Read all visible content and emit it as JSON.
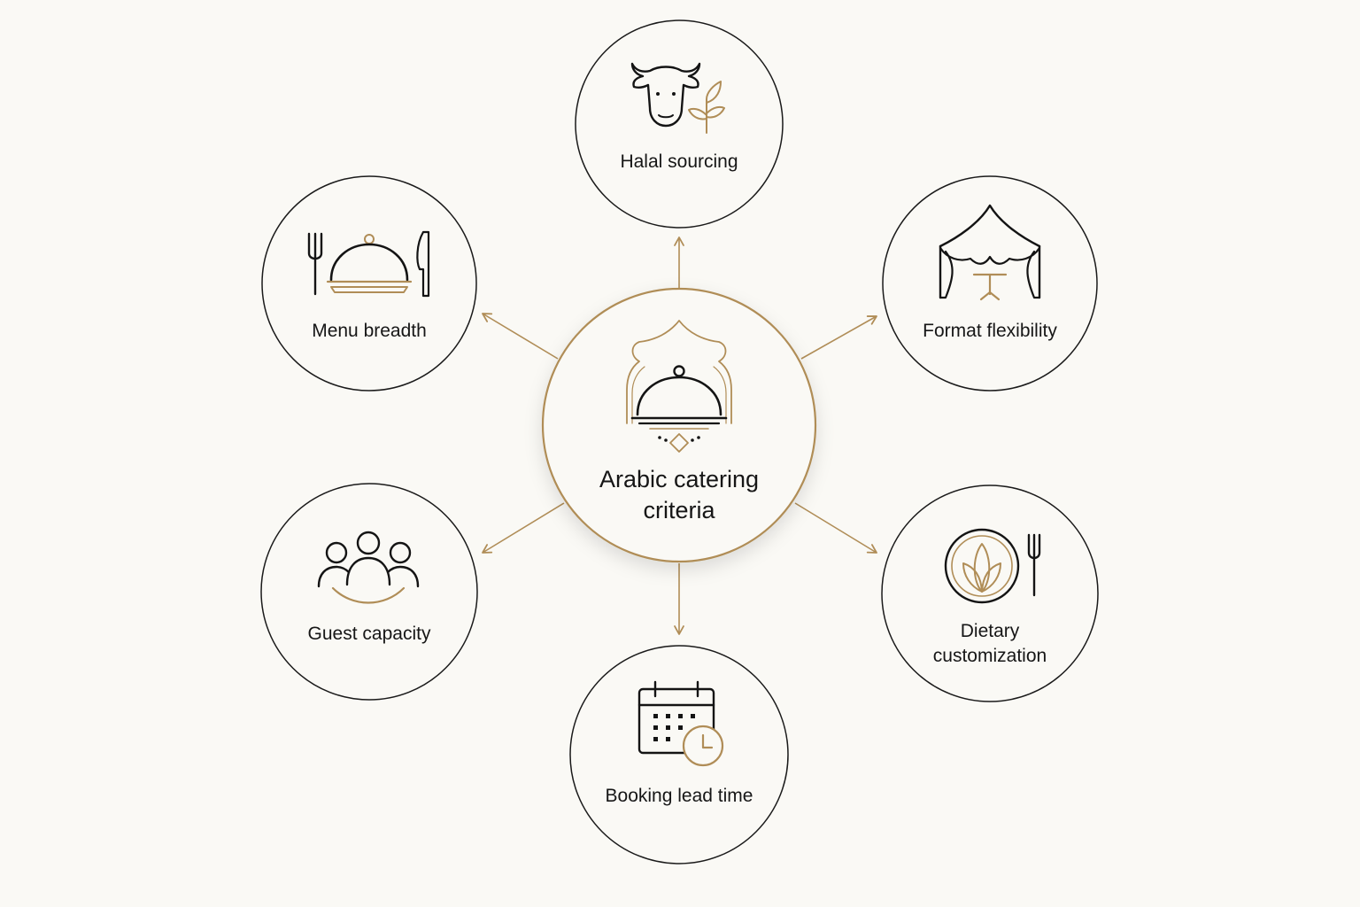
{
  "colors": {
    "accent": "#b08d57",
    "ink": "#141414",
    "background": "#faf9f5"
  },
  "center": {
    "title": "Arabic catering\ncriteria",
    "icon": "cloche-dome-icon"
  },
  "nodes": [
    {
      "id": "halal",
      "label": "Halal sourcing",
      "icon": "cow-leaf-icon"
    },
    {
      "id": "format",
      "label": "Format flexibility",
      "icon": "tent-table-icon"
    },
    {
      "id": "dietary",
      "label": "Dietary\ncustomization",
      "icon": "plate-leaf-fork-icon"
    },
    {
      "id": "lead",
      "label": "Booking lead time",
      "icon": "calendar-clock-icon"
    },
    {
      "id": "guests",
      "label": "Guest capacity",
      "icon": "people-group-icon"
    },
    {
      "id": "menu",
      "label": "Menu breadth",
      "icon": "cloche-cutlery-icon"
    }
  ]
}
